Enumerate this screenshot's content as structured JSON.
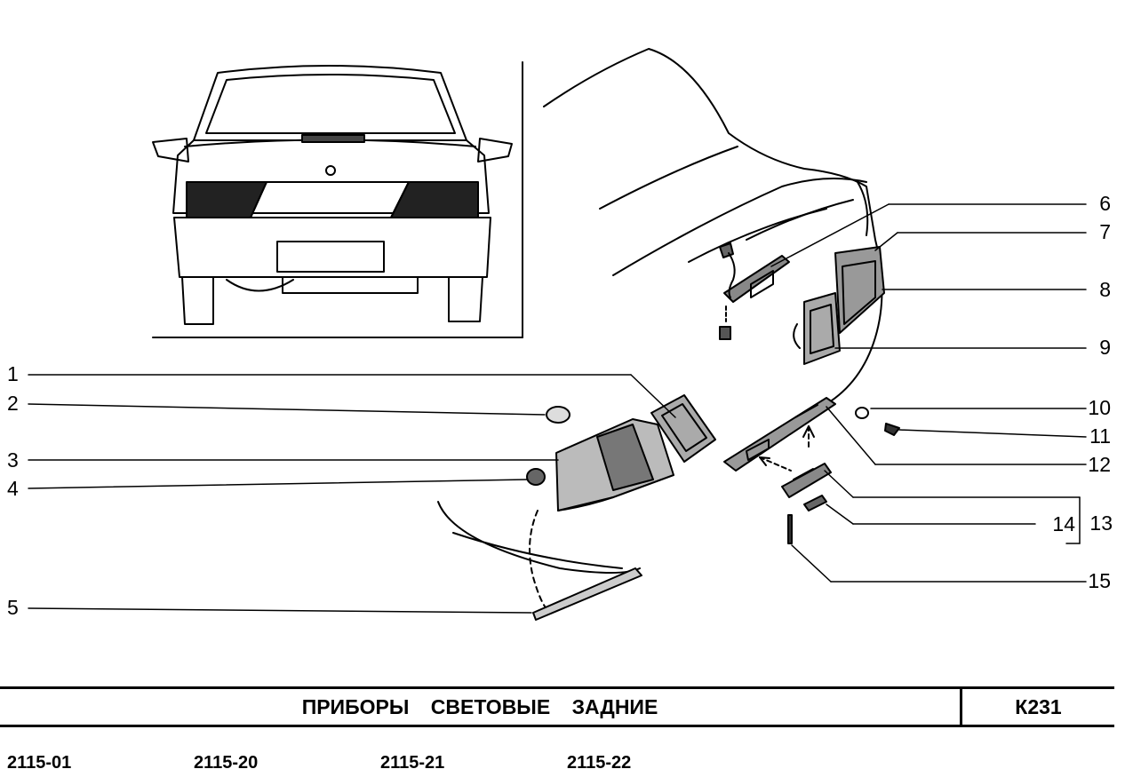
{
  "callouts": {
    "c1": "1",
    "c2": "2",
    "c3": "3",
    "c4": "4",
    "c5": "5",
    "c6": "6",
    "c7": "7",
    "c8": "8",
    "c9": "9",
    "c10": "10",
    "c11": "11",
    "c12": "12",
    "c13": "13",
    "c14": "14",
    "c15": "15"
  },
  "title": {
    "w1": "ПРИБОРЫ",
    "w2": "СВЕТОВЫЕ",
    "w3": "ЗАДНИЕ",
    "code": "К231"
  },
  "models": [
    "2115-01",
    "2115-20",
    "2115-21",
    "2115-22"
  ]
}
